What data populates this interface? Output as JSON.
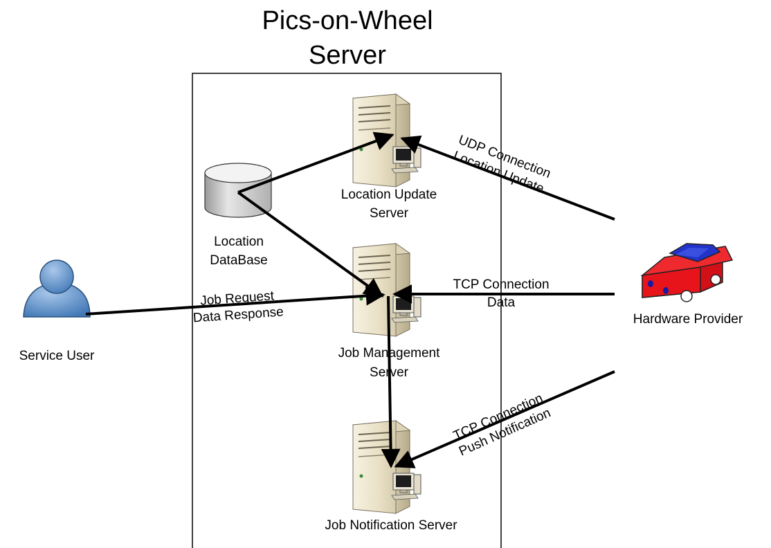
{
  "title": {
    "line1": "Pics-on-Wheel",
    "line2": "Server"
  },
  "nodes": {
    "location_update_server": {
      "line1": "Location Update",
      "line2": "Server"
    },
    "location_database": {
      "line1": "Location",
      "line2": "DataBase"
    },
    "job_management_server": {
      "line1": "Job Management",
      "line2": "Server"
    },
    "job_notification_server": {
      "label": "Job Notification Server"
    },
    "service_user": {
      "label": "Service User"
    },
    "hardware_provider": {
      "label": "Hardware Provider"
    }
  },
  "connections": {
    "udp": {
      "line1": "UDP Connection",
      "line2": "Location Update"
    },
    "tcp_data": {
      "line1": "TCP Connection",
      "line2": "Data"
    },
    "tcp_push": {
      "line1": "TCP Connection",
      "line2": "Push Notification"
    },
    "job_request": {
      "line1": "Job Request",
      "line2": "Data Response"
    }
  },
  "colors": {
    "line": "#000000",
    "user_fill": "#5b8fc9",
    "car_body": "#e8141b",
    "car_roof": "#2133c9",
    "server_fill": "#efe7cf"
  },
  "icons": {
    "server": "server-tower-icon",
    "database": "database-cylinder-icon",
    "user": "person-icon",
    "provider": "car-icon"
  }
}
